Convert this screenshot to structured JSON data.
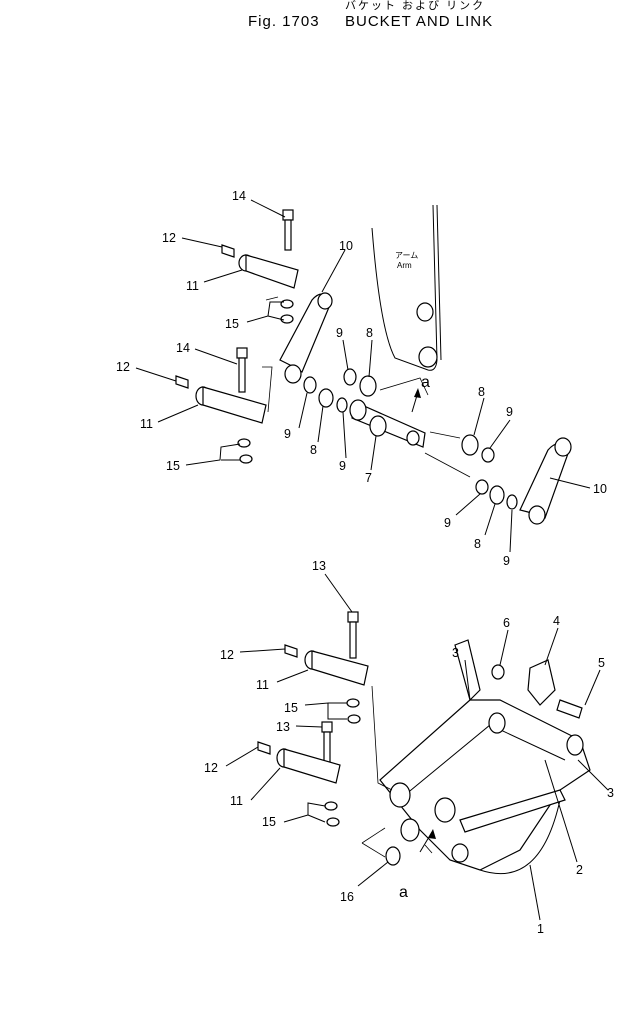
{
  "header": {
    "jp_title": "バケット および リンク",
    "fig_label": "Fig. 1703",
    "fig_title": "BUCKET AND LINK"
  },
  "arm_label": {
    "jp": "アーム",
    "en": "Arm"
  },
  "view_marker": "a",
  "callouts": {
    "c14_top": "14",
    "c12_top": "12",
    "c11_top": "11",
    "c15_top": "15",
    "c14_mid": "14",
    "c12_mid": "12",
    "c11_mid": "11",
    "c15_mid": "15",
    "c10_left": "10",
    "c9_a": "9",
    "c8_a": "8",
    "c9_b": "9",
    "c8_b": "8",
    "c9_c": "9",
    "c7": "7",
    "c8_c": "8",
    "c9_d": "9",
    "c9_e": "9",
    "c8_d": "8",
    "c9_f": "9",
    "c10_right": "10",
    "c13_top": "13",
    "c12_low": "12",
    "c11_low": "11",
    "c15_low": "15",
    "c13_low": "13",
    "c12_bot": "12",
    "c11_bot": "11",
    "c15_bot": "15",
    "c16": "16",
    "c3_left": "3",
    "c6": "6",
    "c4": "4",
    "c5": "5",
    "c3_right": "3",
    "c2": "2",
    "c1": "1"
  }
}
